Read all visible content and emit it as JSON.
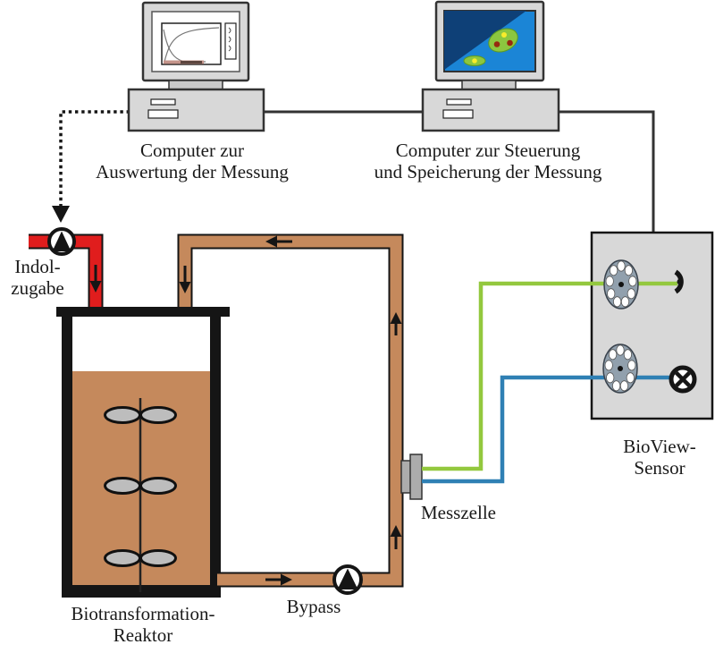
{
  "diagram": {
    "title_hint": "Biotransformation reactor with BioView sensor measurement loop",
    "labels": {
      "computer_left_line1": "Computer zur",
      "computer_left_line2": "Auswertung der Messung",
      "computer_right_line1": "Computer zur Steuerung",
      "computer_right_line2": "und Speicherung der Messung",
      "indol_line1": "Indol-",
      "indol_line2": "zugabe",
      "reactor_line1": "Biotransformation-",
      "reactor_line2": "Reaktor",
      "bypass": "Bypass",
      "messzelle": "Messzelle",
      "bioview_line1": "BioView-",
      "bioview_line2": "Sensor"
    },
    "icons": {
      "pump": "circle with upward triangle (pump symbol), used twice",
      "lamp": "circle with X (excitation lamp symbol)",
      "detector": "open arc with center dot (photodetector symbol)",
      "filter_wheel": "grey wheel with ring of holes, used twice",
      "flow_arrow": "small dark arrows showing flow direction in pipes",
      "feedback_arrow": "dotted line with solid arrowhead from computer to dosing pump",
      "monitor_graph": "left monitor showing measurement curves",
      "monitor_image": "right monitor showing fluorescence image with green blobs"
    },
    "colors": {
      "outline_black": "#151515",
      "line_dark": "#333333",
      "device_gray": "#D8D8D8",
      "stand_gray": "#C9C9C9",
      "pipe_brown": "#C5895C",
      "pipe_red": "#E01D1D",
      "fiber_green": "#93C83E",
      "fiber_blue": "#2F80B4",
      "screen_blue": "#1B85D6",
      "screen_navy": "#0E4077",
      "blob_green": "#8CC63F",
      "blob_outline": "#5C9A23",
      "dot_yellow": "#F8EC2A",
      "dot_red": "#97290F",
      "wheel_gray": "#91A0AD",
      "metal_gray": "#ACACAC",
      "impeller_gray": "#BDBDBD"
    }
  }
}
